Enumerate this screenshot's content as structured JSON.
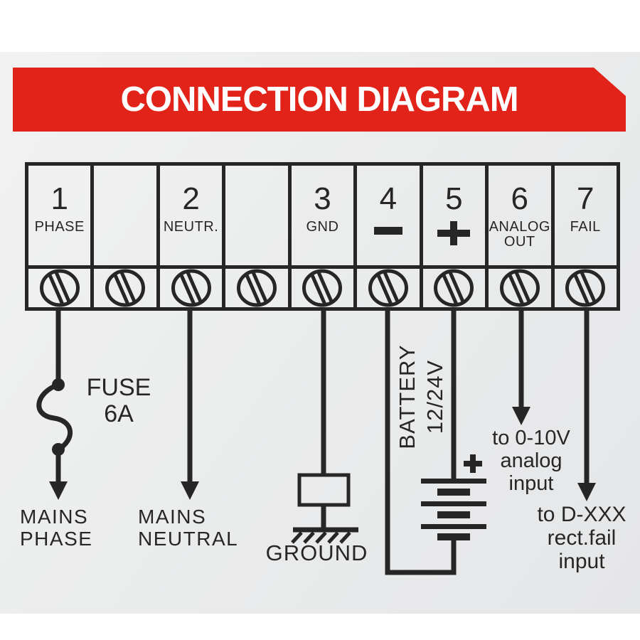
{
  "banner": {
    "title": "CONNECTION DIAGRAM",
    "bg_color": "#e2231a",
    "text_color": "#ffffff"
  },
  "colors": {
    "line": "#262626",
    "panel_bg": "#ebecec",
    "page_bg": "#ffffff"
  },
  "terminal_block": {
    "cells": [
      {
        "num": "1",
        "label": "PHASE",
        "symbol": ""
      },
      {
        "num": "",
        "label": "",
        "symbol": ""
      },
      {
        "num": "2",
        "label": "NEUTR.",
        "symbol": ""
      },
      {
        "num": "",
        "label": "",
        "symbol": ""
      },
      {
        "num": "3",
        "label": "GND",
        "symbol": ""
      },
      {
        "num": "4",
        "label": "",
        "symbol": "minus"
      },
      {
        "num": "5",
        "label": "",
        "symbol": "plus"
      },
      {
        "num": "6",
        "label": "ANALOG\nOUT",
        "symbol": ""
      },
      {
        "num": "7",
        "label": "FAIL",
        "symbol": ""
      }
    ]
  },
  "annotations": {
    "fuse": "FUSE\n6A",
    "mains_phase": "MAINS\nPHASE",
    "mains_neutral": "MAINS\nNEUTRAL",
    "ground": "GROUND",
    "battery": "BATTERY\n12/24V",
    "battery_polarity": "+",
    "analog_note": "to 0-10V\nanalog\ninput",
    "fail_note": "to D-XXX\nrect.fail\ninput"
  }
}
